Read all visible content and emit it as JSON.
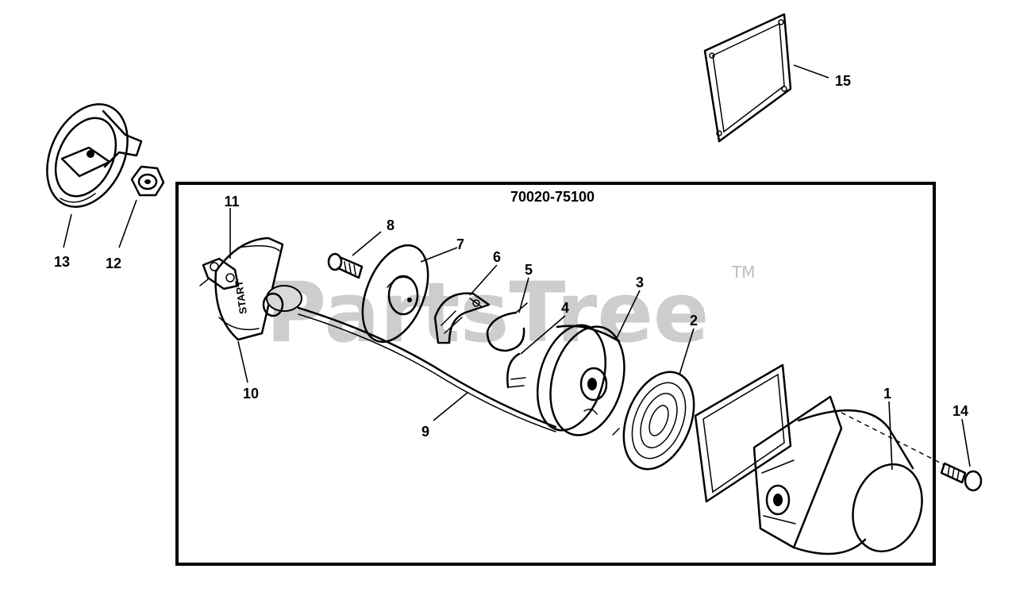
{
  "diagram": {
    "assembly_number": "70020-75100",
    "watermark": "PartsTree",
    "trademark": "TM",
    "decal_text": "START",
    "callouts": [
      "1",
      "2",
      "3",
      "4",
      "5",
      "6",
      "7",
      "8",
      "9",
      "10",
      "11",
      "12",
      "13",
      "14",
      "15"
    ]
  }
}
